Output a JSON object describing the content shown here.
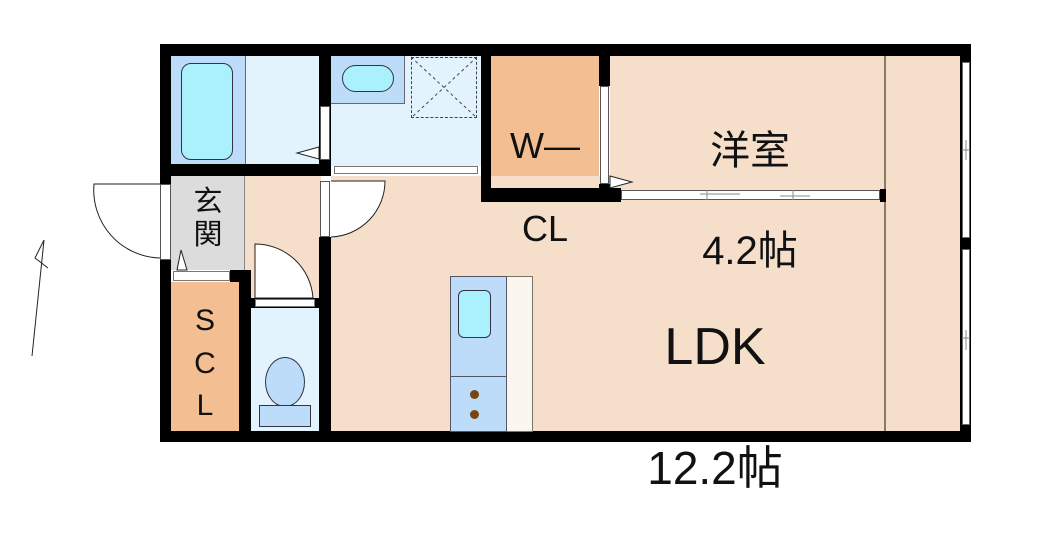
{
  "floor_plan": {
    "rooms": [
      {
        "id": "western-room",
        "label_line1": "洋室",
        "label_line2": "4.2帖",
        "area_jo": 4.2
      },
      {
        "id": "ldk",
        "label_line1": "LDK",
        "label_line2": "12.2帖",
        "area_jo": 12.2
      },
      {
        "id": "walk-in-closet",
        "label_line1": "W—",
        "label_line2": "CL"
      },
      {
        "id": "shoes-closet",
        "label": "S\nC\nL"
      },
      {
        "id": "entrance",
        "label": "玄\n関"
      },
      {
        "id": "bathroom"
      },
      {
        "id": "washroom"
      },
      {
        "id": "toilet"
      },
      {
        "id": "kitchen"
      },
      {
        "id": "balcony"
      }
    ],
    "compass": {
      "direction": "north-arrow"
    },
    "colors": {
      "wall": "#000000",
      "living_floor": "#f5dfcb",
      "closet_floor": "#f3be92",
      "wet_area": "#e2f3fe",
      "wet_fixture": "#bcdcfa",
      "tub": "#aaf0fd",
      "entrance_floor": "#dcdcdc",
      "burner": "#7a4414"
    }
  }
}
